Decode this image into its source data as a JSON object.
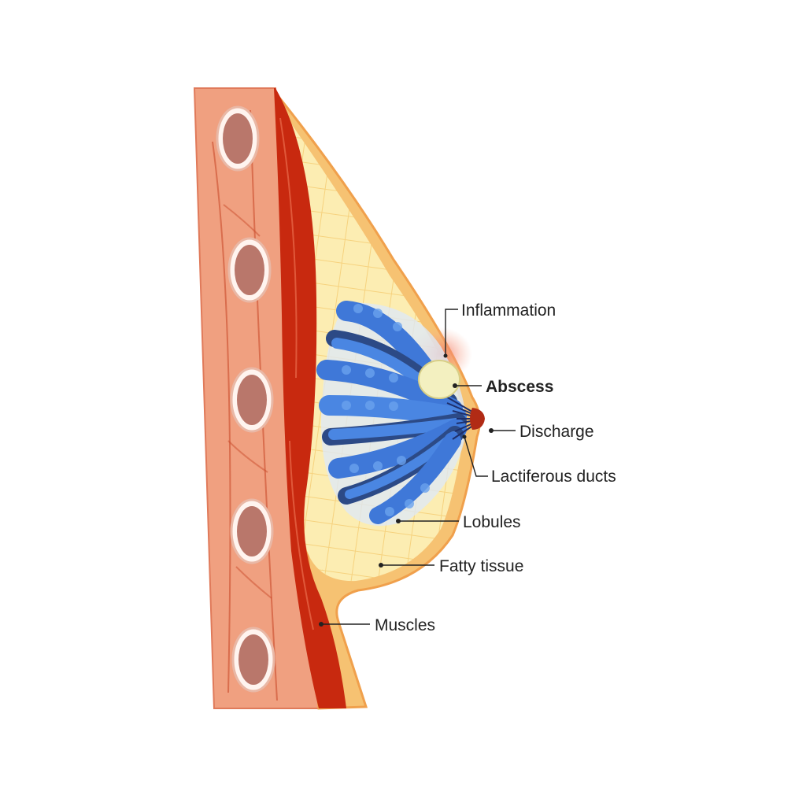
{
  "labels": {
    "inflammation": "Inflammation",
    "abscess": "Abscess",
    "discharge": "Discharge",
    "lactiferous_ducts": "Lactiferous ducts",
    "lobules": "Lobules",
    "fatty_tissue": "Fatty tissue",
    "muscles": "Muscles"
  },
  "colors": {
    "chest_wall": "#f0a080",
    "muscle": "#c8290f",
    "fat": "#fbeaa6",
    "fat_edge": "#f4b266",
    "lobule": "#3f78d8",
    "lobule_dark": "#2c4a86",
    "abscess": "#f3f0c0",
    "inflammation": "#f19a86",
    "nipple": "#b12b15"
  }
}
